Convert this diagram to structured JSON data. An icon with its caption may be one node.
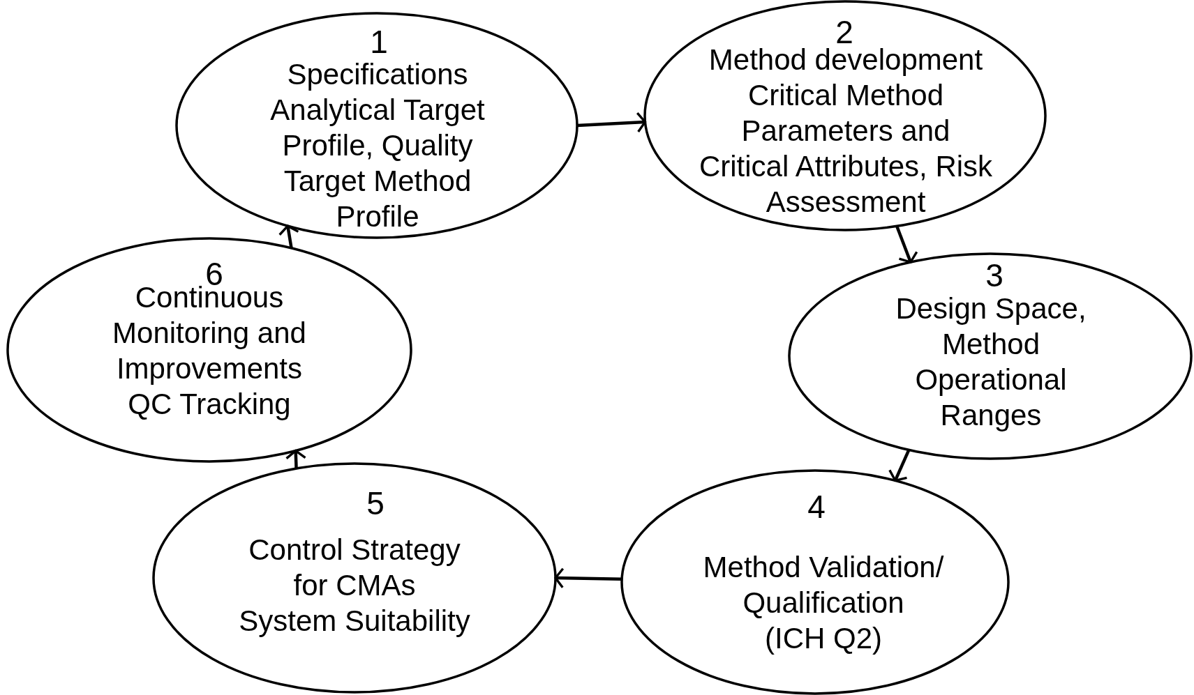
{
  "diagram": {
    "nodes": [
      {
        "text": [
          "1",
          "Specifications",
          "Analytical Target Profile, Quality Target Method Profile"
        ]
      },
      {
        "text": [
          "2",
          "Method development",
          "Critical Method Parameters and Critical Attributes, Risk Assessment"
        ]
      },
      {
        "text": [
          "3",
          "Design Space, Method Operational Ranges"
        ]
      },
      {
        "text": [
          "4",
          "Method Validation/ Qualification",
          "(ICH Q2)"
        ]
      },
      {
        "text": [
          "5",
          "Control Strategy for CMAs",
          "System Suitability"
        ]
      },
      {
        "text": [
          "6",
          "Continuous Monitoring and Improvements",
          "QC Tracking"
        ]
      }
    ],
    "edges": [
      {
        "from": 0,
        "to": 1,
        "arrow": "to"
      },
      {
        "from": 1,
        "to": 2,
        "arrow": "to"
      },
      {
        "from": 2,
        "to": 3,
        "arrow": "to"
      },
      {
        "from": 3,
        "to": 4,
        "arrow": "to"
      },
      {
        "from": 4,
        "to": 5,
        "arrow": "to"
      },
      {
        "from": 5,
        "to": 0,
        "arrow": "to"
      }
    ]
  }
}
